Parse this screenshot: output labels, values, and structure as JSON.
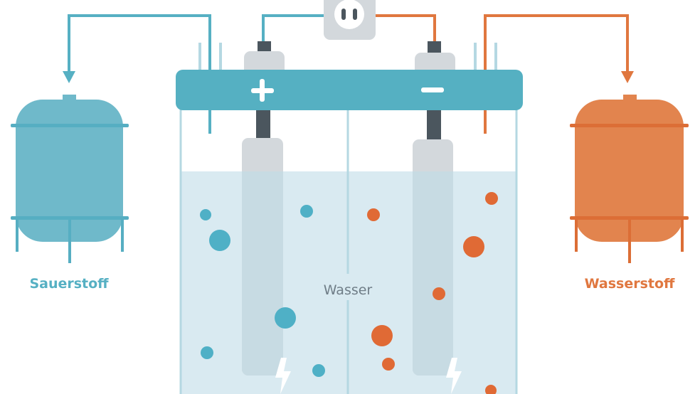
{
  "labels": {
    "oxygen": "Sauerstoff",
    "hydrogen": "Wasserstoff",
    "water": "Wasser",
    "anode_sign": "+",
    "cathode_sign": "−"
  },
  "colors": {
    "oxygen": "#56b0c3",
    "oxygen_tank": "#6fb9ca",
    "hydrogen": "#e0773f",
    "hydrogen_tank": "#e2844e",
    "lid": "#55b0c2",
    "water": "#d9eaf1",
    "electrode": "#d3d8dc",
    "electrode_dark": "#4b565e",
    "socket": "#d3d8dc"
  },
  "icons": {
    "socket": "power-socket-icon",
    "lightning": "lightning-icon"
  }
}
